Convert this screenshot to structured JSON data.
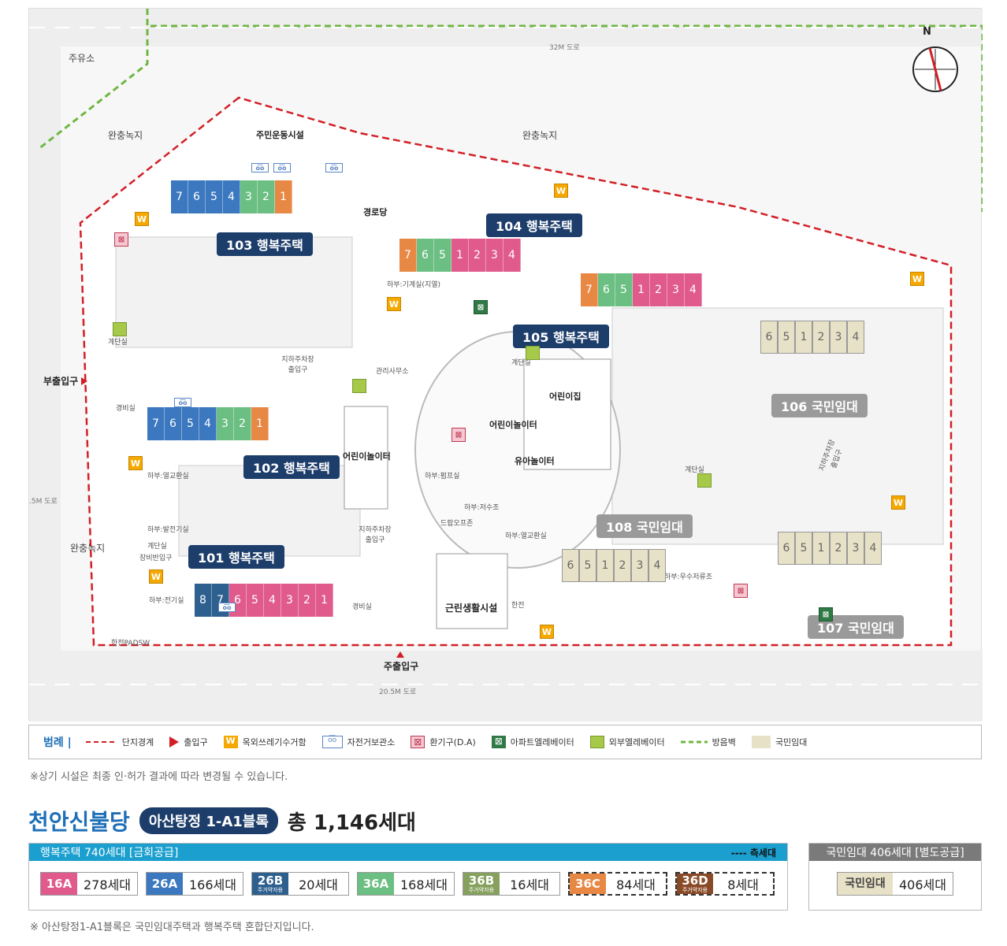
{
  "map": {
    "labels": {
      "gas_station": "주유소",
      "buffer_green_1": "완충녹지",
      "buffer_green_2": "완충녹지",
      "buffer_green_3": "완충녹지",
      "road_32m": "32M 도로",
      "road_205m": "20.5M 도로",
      "road_5m": ".5M 도로",
      "compass": "N",
      "community_gym": "주민운동시설",
      "senior_center": "경로당",
      "management_office": "관리사무소",
      "daycare": "어린이집",
      "kids_playground": "어린이놀이터",
      "kids_playground_2": "어린이놀이터",
      "toddler_playground": "유아놀이터",
      "neighborhood_facility": "근린생활시설",
      "guard_room_1": "경비실",
      "guard_room_2": "경비실",
      "stair_1": "계단실",
      "stair_2": "계단실",
      "stair_3": "계단실",
      "stair_4": "계단실",
      "underground_parking_1": "지하주차장 출입구",
      "underground_parking_2": "지하주차장 출입구",
      "underground_parking_3": "지하주차장 출입구",
      "sub_entrance": "부출입구",
      "main_entrance": "주출입구",
      "machine_room": "하부:기계실(지열)",
      "heat_exchange_1": "하부:열교환실",
      "heat_exchange_2": "하부:열교환실",
      "generator_room": "하부:발전기실",
      "electric_room": "하부:전기실",
      "pump_room": "하부:펌프실",
      "water_tank": "하부:저수조",
      "rainwater_tank": "하부:우수저류조",
      "drop_off": "드랍오프존",
      "equipment_entrance": "장비반입구",
      "kepco": "한전",
      "kepco_padsw": "한전PADSW"
    },
    "buildings": [
      {
        "tag": "103 행복주택",
        "kind": "happy",
        "units": [
          [
            "7",
            "c26A"
          ],
          [
            "6",
            "c26A"
          ],
          [
            "5",
            "c26A"
          ],
          [
            "4",
            "c26A"
          ],
          [
            "3",
            "c36A"
          ],
          [
            "2",
            "c36A"
          ],
          [
            "1",
            "c36C"
          ]
        ]
      },
      {
        "tag": "104 행복주택",
        "kind": "happy",
        "units": [
          [
            "7",
            "c36C"
          ],
          [
            "6",
            "c36A"
          ],
          [
            "5",
            "c36A"
          ],
          [
            "1",
            "c16A"
          ],
          [
            "2",
            "c16A"
          ],
          [
            "3",
            "c16A"
          ],
          [
            "4",
            "c16A"
          ]
        ]
      },
      {
        "tag": "105 행복주택",
        "kind": "happy",
        "units": [
          [
            "7",
            "c36C"
          ],
          [
            "6",
            "c36A"
          ],
          [
            "5",
            "c36A"
          ],
          [
            "1",
            "c16A"
          ],
          [
            "2",
            "c16A"
          ],
          [
            "3",
            "c16A"
          ],
          [
            "4",
            "c16A"
          ]
        ]
      },
      {
        "tag": "102 행복주택",
        "kind": "happy",
        "units": [
          [
            "7",
            "c26A"
          ],
          [
            "6",
            "c26A"
          ],
          [
            "5",
            "c26A"
          ],
          [
            "4",
            "c26A"
          ],
          [
            "3",
            "c36A"
          ],
          [
            "2",
            "c36A"
          ],
          [
            "1",
            "c36C"
          ]
        ]
      },
      {
        "tag": "101 행복주택",
        "kind": "happy",
        "units": [
          [
            "8",
            "c26B"
          ],
          [
            "7",
            "c26B"
          ],
          [
            "6",
            "c16A"
          ],
          [
            "5",
            "c16A"
          ],
          [
            "4",
            "c16A"
          ],
          [
            "3",
            "c16A"
          ],
          [
            "2",
            "c16A"
          ],
          [
            "1",
            "c16A"
          ]
        ]
      },
      {
        "tag": "106 국민임대",
        "kind": "nat",
        "units": [
          [
            "6",
            "cNat"
          ],
          [
            "5",
            "cNat"
          ],
          [
            "1",
            "cNat"
          ],
          [
            "2",
            "cNat"
          ],
          [
            "3",
            "cNat"
          ],
          [
            "4",
            "cNat"
          ]
        ]
      },
      {
        "tag": "108 국민임대",
        "kind": "nat",
        "units": [
          [
            "6",
            "cNat"
          ],
          [
            "5",
            "cNat"
          ],
          [
            "1",
            "cNat"
          ],
          [
            "2",
            "cNat"
          ],
          [
            "3",
            "cNat"
          ],
          [
            "4",
            "cNat"
          ]
        ]
      },
      {
        "tag": "107 국민임대",
        "kind": "nat",
        "units": [
          [
            "6",
            "cNat"
          ],
          [
            "5",
            "cNat"
          ],
          [
            "1",
            "cNat"
          ],
          [
            "2",
            "cNat"
          ],
          [
            "3",
            "cNat"
          ],
          [
            "4",
            "cNat"
          ]
        ]
      }
    ]
  },
  "legend": {
    "title": "범례 |",
    "items": [
      {
        "label": "단지경계",
        "icon": "boundary"
      },
      {
        "label": "출입구",
        "icon": "entrance"
      },
      {
        "label": "옥외쓰레기수거함",
        "icon": "w",
        "glyph": "W"
      },
      {
        "label": "자전거보관소",
        "icon": "bike",
        "glyph": "o͞o"
      },
      {
        "label": "환기구(D.A)",
        "icon": "vent",
        "glyph": "⊠"
      },
      {
        "label": "아파트엘레베이터",
        "icon": "elev",
        "glyph": "⊠"
      },
      {
        "label": "외부엘레베이터",
        "icon": "oelev"
      },
      {
        "label": "방음벽",
        "icon": "wall"
      },
      {
        "label": "국민임대",
        "icon": "nat"
      }
    ]
  },
  "notice_top": "※상기 시설은 최종 인·허가 결과에 따라 변경될 수 있습니다.",
  "headline": {
    "title": "천안신불당",
    "block": "아산탕정 1-A1블록",
    "total": "총 1,146세대"
  },
  "happy_panel": {
    "title": "행복주택 740세대 [금회공급]",
    "side_note": "---- 측세대",
    "color": "#1b9fcf",
    "types": [
      {
        "code": "16A",
        "sub": "",
        "count": "278세대",
        "color": "#e05a8c",
        "dashed": false
      },
      {
        "code": "26A",
        "sub": "",
        "count": "166세대",
        "color": "#3b78bf",
        "dashed": false
      },
      {
        "code": "26B",
        "sub": "주거약자용",
        "count": "20세대",
        "color": "#2d5f8f",
        "dashed": false
      },
      {
        "code": "36A",
        "sub": "",
        "count": "168세대",
        "color": "#6cbf82",
        "dashed": false
      },
      {
        "code": "36B",
        "sub": "주거약자용",
        "count": "16세대",
        "color": "#86a05e",
        "dashed": false
      },
      {
        "code": "36C",
        "sub": "",
        "count": "84세대",
        "color": "#e88845",
        "dashed": true
      },
      {
        "code": "36D",
        "sub": "주거약자용",
        "count": "8세대",
        "color": "#8a4a28",
        "dashed": true
      }
    ]
  },
  "nat_panel": {
    "title": "국민임대 406세대 [별도공급]",
    "color": "#7a7a7a",
    "type_label": "국민임대",
    "count": "406세대"
  },
  "notice_bottom": "※ 아산탕정1-A1블록은 국민임대주택과 행복주택 혼합단지입니다."
}
